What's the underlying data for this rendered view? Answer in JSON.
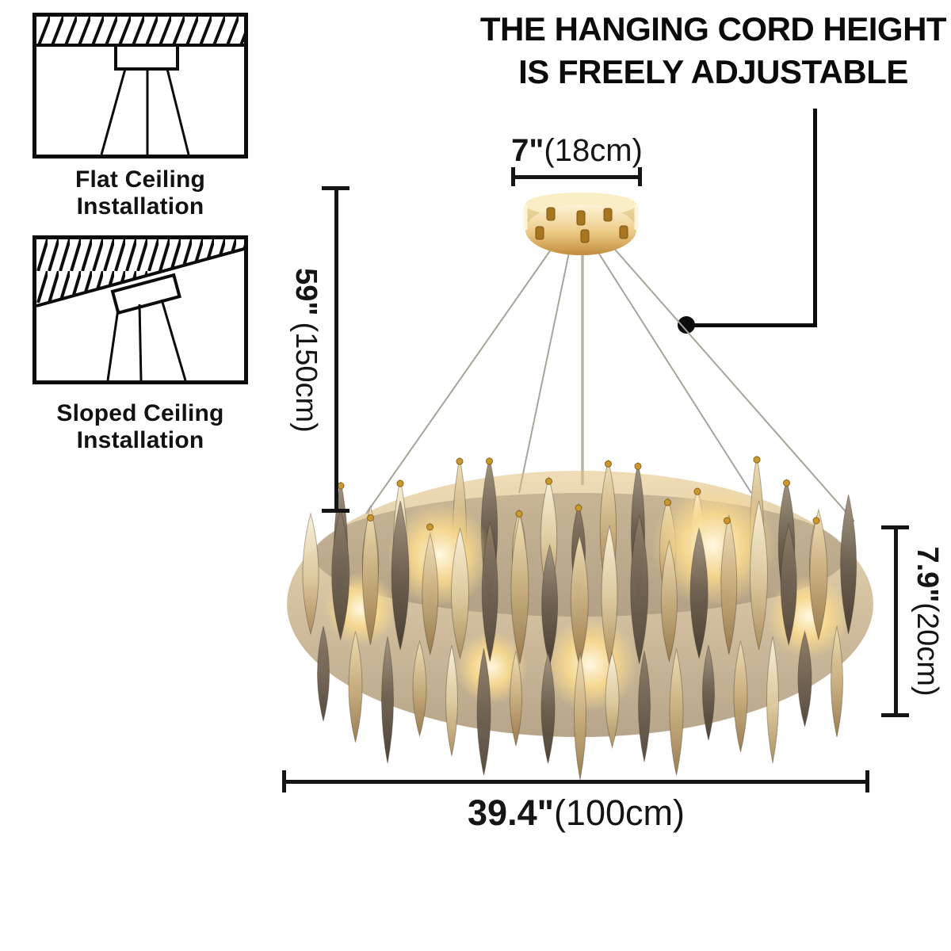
{
  "headline": {
    "line1": "THE HANGING CORD HEIGHT",
    "line2": "IS FREELY ADJUSTABLE"
  },
  "diagrams": {
    "flat": {
      "label_line1": "Flat Ceiling",
      "label_line2": "Installation"
    },
    "sloped": {
      "label_line1": "Sloped Ceiling",
      "label_line2": "Installation"
    }
  },
  "dimensions": {
    "canopy_width": {
      "imperial": "7\"",
      "metric": "(18cm)"
    },
    "hanging_cord_height": {
      "imperial": "59\"",
      "metric": "(150cm)"
    },
    "body_height": {
      "imperial": "7.9\"",
      "metric": "(20cm)"
    },
    "body_diameter": {
      "imperial": "39.4\"",
      "metric": "(100cm)"
    }
  },
  "colors": {
    "annotation": "#141414",
    "background": "#ffffff",
    "gold": "#d4a74e",
    "gold_light": "#f6e7bd",
    "crystal_smoke": "#6e6152",
    "crystal_champagne": "#d8c49a",
    "glow": "#f7d98c",
    "cord": "#a9a49a"
  }
}
